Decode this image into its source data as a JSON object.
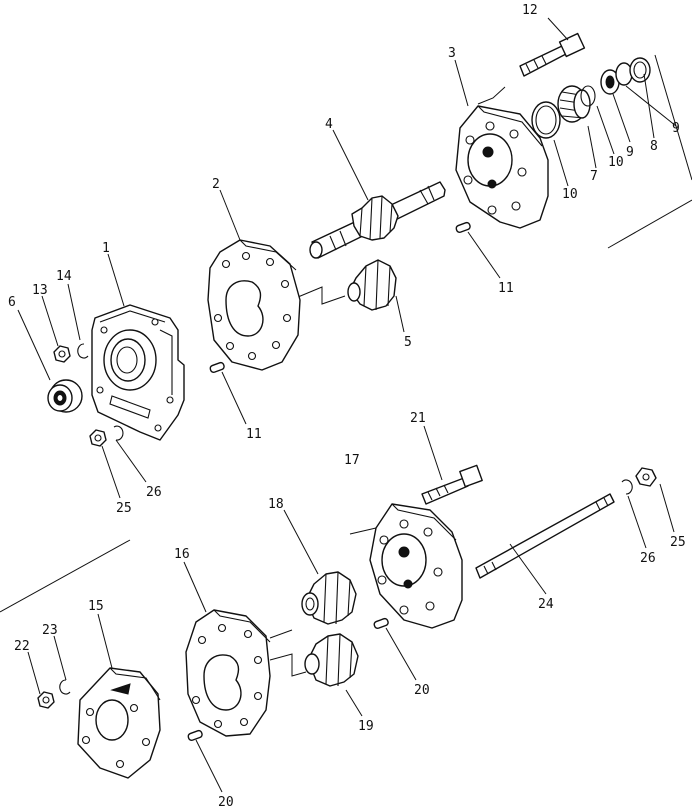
{
  "labels": {
    "l1": "1",
    "l2": "2",
    "l3": "3",
    "l4": "4",
    "l5": "5",
    "l6": "6",
    "l7": "7",
    "l8": "8",
    "l9a": "9",
    "l9b": "9",
    "l10a": "10",
    "l10b": "10",
    "l11a": "11",
    "l11b": "11",
    "l12": "12",
    "l13": "13",
    "l14": "14",
    "l15": "15",
    "l16": "16",
    "l17": "17",
    "l18": "18",
    "l19": "19",
    "l20a": "20",
    "l20b": "20",
    "l21": "21",
    "l22": "22",
    "l23": "23",
    "l24": "24",
    "l25a": "25",
    "l25b": "25",
    "l26a": "26",
    "l26b": "26"
  }
}
